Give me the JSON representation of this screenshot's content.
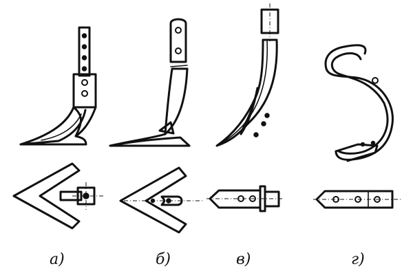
{
  "labels": {
    "a": "а)",
    "b": "б)",
    "v": "в)",
    "g": "г)"
  },
  "colors": {
    "ink": "#111111",
    "paper": "#ffffff"
  }
}
